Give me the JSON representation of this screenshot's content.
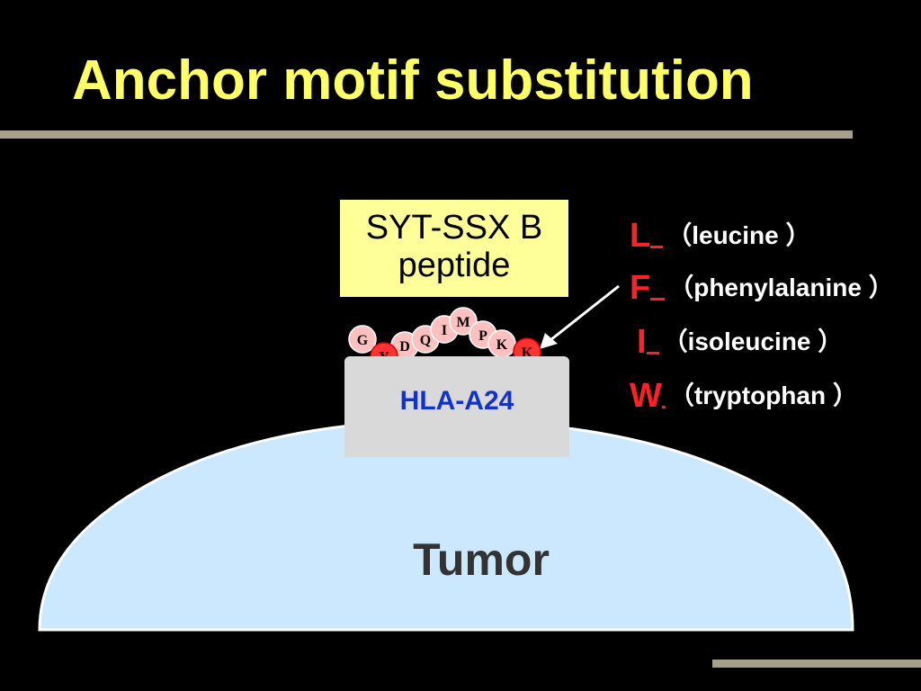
{
  "title": "Anchor motif substitution",
  "peptide": {
    "line1": "SYT-SSX B",
    "line2": "peptide"
  },
  "hla_label": "HLA-A24",
  "tumor_label": "Tumor",
  "residues": [
    {
      "letter": "G",
      "anchor": false
    },
    {
      "letter": "Y",
      "anchor": true
    },
    {
      "letter": "D",
      "anchor": false
    },
    {
      "letter": "Q",
      "anchor": false
    },
    {
      "letter": "I",
      "anchor": false
    },
    {
      "letter": "M",
      "anchor": false
    },
    {
      "letter": "P",
      "anchor": false
    },
    {
      "letter": "K",
      "anchor": false
    },
    {
      "letter": "K",
      "anchor": true
    }
  ],
  "substitutions": [
    {
      "letter": "L",
      "name": "（leucine ）"
    },
    {
      "letter": "F",
      "name": "（phenylalanine ）"
    },
    {
      "letter": "I",
      "name": "（isoleucine ）"
    },
    {
      "letter": "W",
      "name": "（tryptophan ）"
    }
  ],
  "colors": {
    "title": "#ffff66",
    "peptide_box": "#ffff99",
    "residue_normal": "#ffc0c0",
    "residue_anchor": "#ff3333",
    "hla_box": "#d9d9d9",
    "hla_text": "#1133cc",
    "tumor": "#cce8ff",
    "substitution_letter": "#ff2222"
  }
}
